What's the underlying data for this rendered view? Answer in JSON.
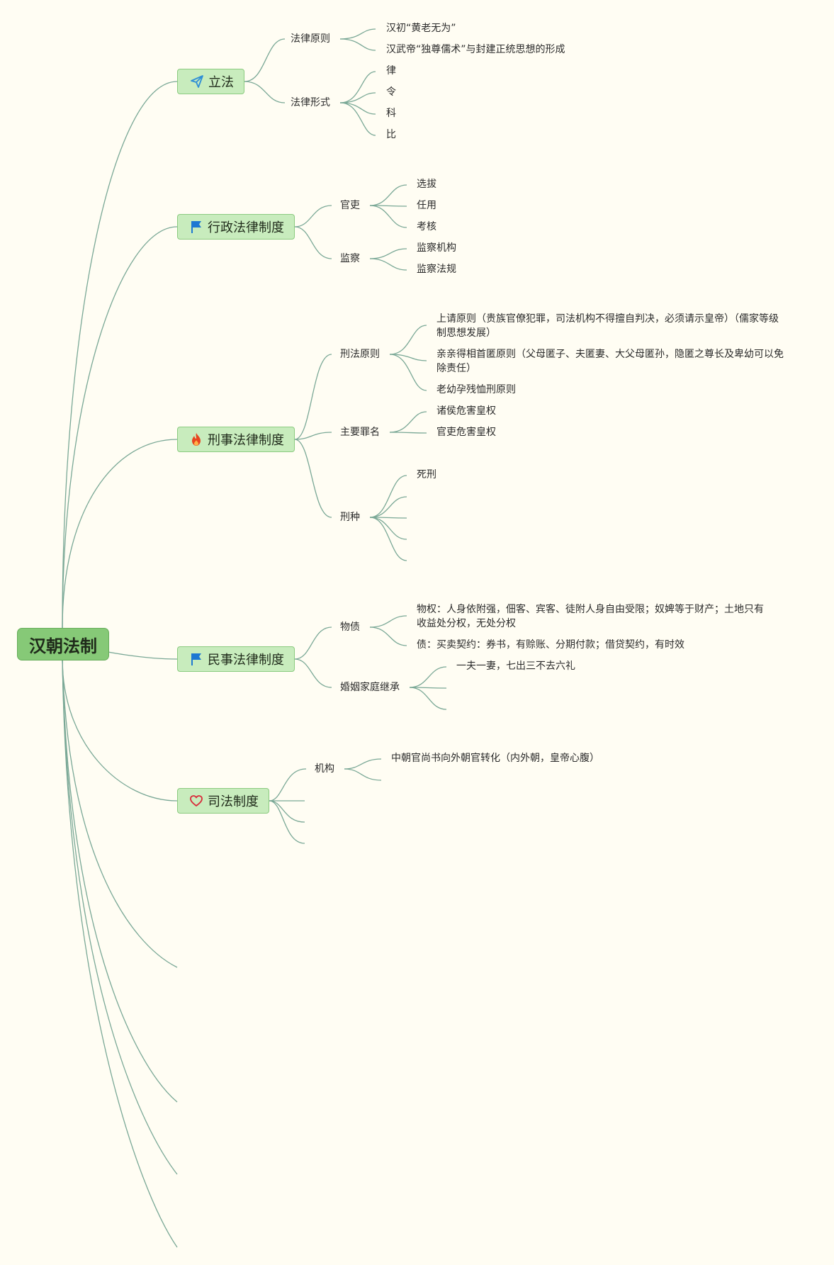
{
  "root": {
    "label": "汉朝法制"
  },
  "branches": [
    {
      "label": "立法",
      "icon": "paper-plane-icon",
      "children": [
        {
          "label": "法律原则",
          "children": [
            "汉初“黄老无为”",
            "汉武帝“独尊儒术”与封建正统思想的形成"
          ]
        },
        {
          "label": "法律形式",
          "children": [
            "律",
            "令",
            "科",
            "比"
          ]
        }
      ]
    },
    {
      "label": "行政法律制度",
      "icon": "blue-flag-icon",
      "children": [
        {
          "label": "官吏",
          "children": [
            "选拔",
            "任用",
            "考核"
          ]
        },
        {
          "label": "监察",
          "children": [
            "监察机构",
            "监察法规"
          ]
        }
      ]
    },
    {
      "label": "刑事法律制度",
      "icon": "fire-icon",
      "children": [
        {
          "label": "刑法原则",
          "children": [
            "上请原则（贵族官僚犯罪，司法机构不得擅自判决，必须请示皇帝）（儒家等级制思想发展）",
            "亲亲得相首匿原则（父母匿子、夫匿妻、大父母匿孙，隐匿之尊长及卑幼可以免除责任）",
            "老幼孕残恤刑原则"
          ]
        },
        {
          "label": "主要罪名",
          "children": [
            "诸侯危害皇权",
            "官吏危害皇权"
          ]
        },
        {
          "label": "刑种",
          "children": [
            "死刑"
          ]
        }
      ]
    },
    {
      "label": "民事法律制度",
      "icon": "blue-flag-icon",
      "children": [
        {
          "label": "物债",
          "children": [
            "物权：人身依附强，佃客、宾客、徒附人身自由受限；奴婢等于财产；土地只有收益处分权，无处分权",
            "债：买卖契约：券书，有赊账、分期付款；借贷契约，有时效"
          ]
        },
        {
          "label": "婚姻家庭继承",
          "children": [
            "一夫一妻，七出三不去六礼"
          ]
        }
      ]
    },
    {
      "label": "司法制度",
      "icon": "heart-icon",
      "children": [
        {
          "label": "机构",
          "children": [
            "中朝官尚书向外朝官转化（内外朝，皇帝心腹）"
          ]
        }
      ]
    }
  ],
  "colors": {
    "background": "#fffdf3",
    "root": "#86c977",
    "main": "#c8ecbd",
    "edge": "#7aa896",
    "flag": "#1e78d2",
    "fire": "#e8451f",
    "heart": "#d92b3a",
    "plane": "#2f8fd6"
  }
}
